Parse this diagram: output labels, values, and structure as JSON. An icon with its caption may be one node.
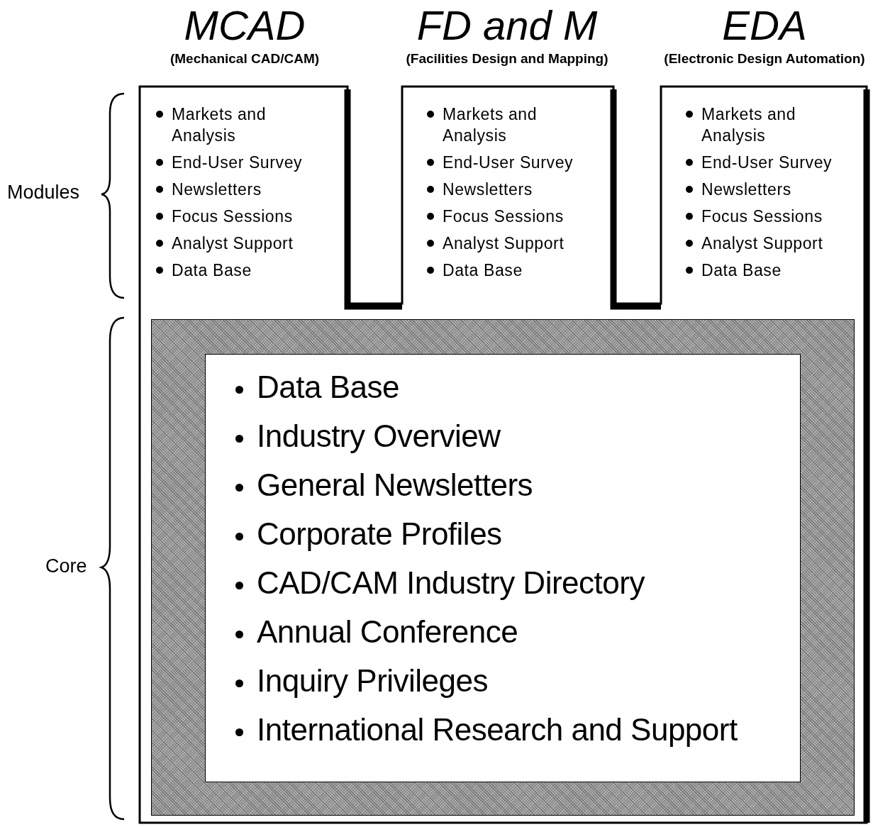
{
  "diagram": {
    "nodes": [
      {
        "text": [
          "MCAD",
          "(Mechanical CAD/CAM)",
          "Markets and Analysis",
          "End-User Survey",
          "Newsletters",
          "Focus Sessions",
          "Analyst Support",
          "Data Base"
        ]
      },
      {
        "text": [
          "FD and M",
          "(Facilities Design and Mapping)",
          "Markets and Analysis",
          "End-User Survey",
          "Newsletters",
          "Focus Sessions",
          "Analyst Support",
          "Data Base"
        ]
      },
      {
        "text": [
          "EDA",
          "(Electronic Design Automation)",
          "Markets and Analysis",
          "End-User Survey",
          "Newsletters",
          "Focus Sessions",
          "Analyst Support",
          "Data Base"
        ]
      },
      {
        "text": [],
        "shape": "box"
      },
      {
        "text": [
          "Data Base",
          "Industry Overview",
          "General Newsletters",
          "Corporate Profiles",
          "CAD/CAM Industry Directory",
          "Annual Conference",
          "Inquiry Privileges",
          "International Research and Support"
        ],
        "in": 3
      }
    ],
    "edges": [],
    "labels": [
      "Modules",
      "Core"
    ]
  }
}
